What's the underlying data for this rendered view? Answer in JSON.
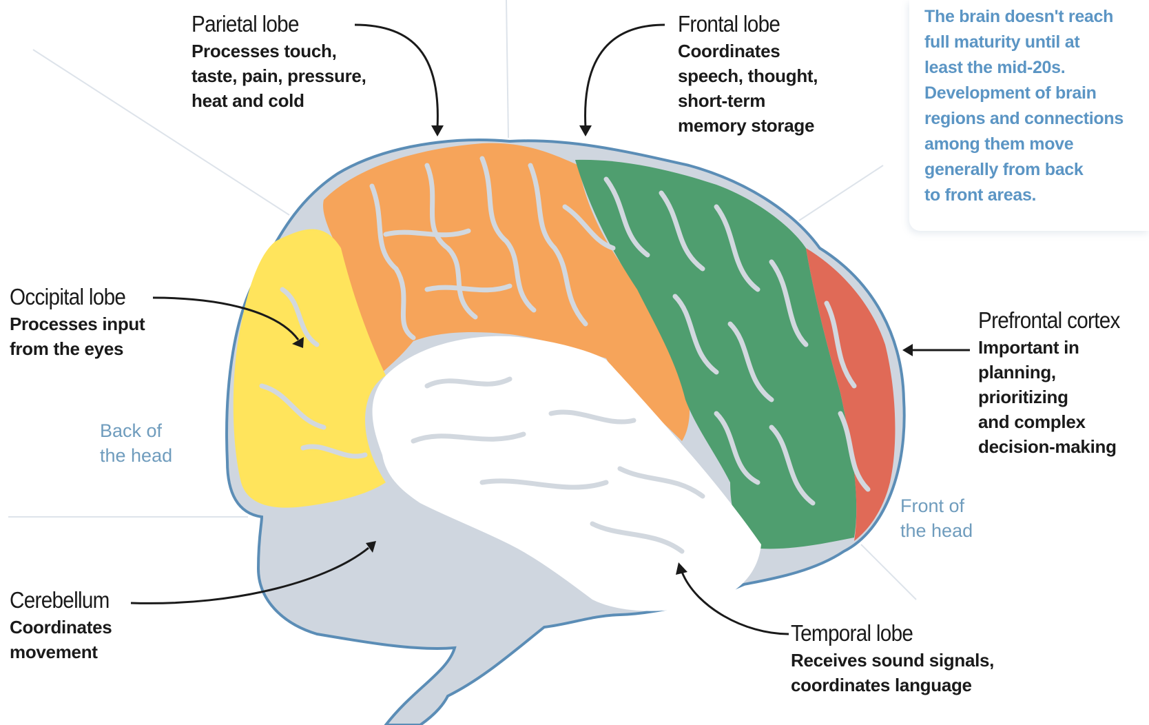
{
  "callouts": {
    "parietal": {
      "title": "Parietal lobe",
      "desc": "Processes touch,\ntaste, pain, pressure,\nheat and cold"
    },
    "frontal": {
      "title": "Frontal lobe",
      "desc": "Coordinates\nspeech, thought,\nshort-term\nmemory storage"
    },
    "occipital": {
      "title": "Occipital lobe",
      "desc": "Processes input\nfrom the eyes"
    },
    "prefrontal": {
      "title": "Prefrontal cortex",
      "desc": "Important in\nplanning,\nprioritizing\nand complex\ndecision-making"
    },
    "cerebellum": {
      "title": "Cerebellum",
      "desc": "Coordinates\nmovement"
    },
    "temporal": {
      "title": "Temporal lobe",
      "desc": "Receives sound signals,\ncoordinates language"
    }
  },
  "orientation": {
    "back": "Back of\nthe head",
    "front": "Front of\nthe head"
  },
  "note": "The brain doesn't reach\nfull maturity until at\nleast the mid-20s.\nDevelopment of brain\nregions and connections\namong them move\ngenerally from back\nto front areas.",
  "colors": {
    "parietal": "#f6a45a",
    "frontal": "#4f9e6f",
    "occipital": "#ffe45c",
    "prefrontal": "#e06a57",
    "temporal": "#ffffff",
    "cerebellum": "#cfd6df",
    "outline": "#5b8db6",
    "fissure": "#d2d8df",
    "orientation_text": "#6f9cbd",
    "note_text": "#5b95c4"
  }
}
